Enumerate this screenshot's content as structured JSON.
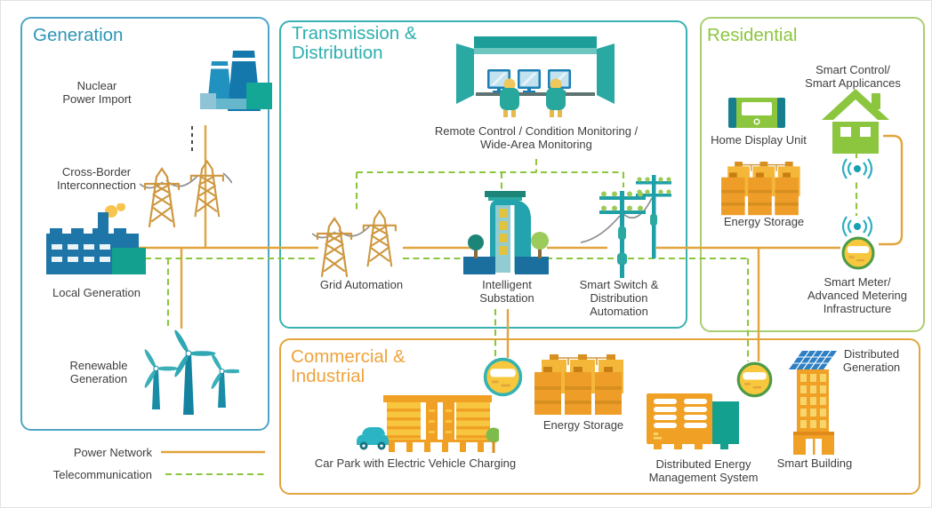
{
  "sections": {
    "generation": {
      "title": "Generation",
      "labels": {
        "nuclear": "Nuclear\nPower Import",
        "cross_border": "Cross-Border\nInterconnection",
        "local_generation": "Local Generation",
        "renewable": "Renewable\nGeneration"
      }
    },
    "transmission_distribution": {
      "title": "Transmission &\nDistribution",
      "labels": {
        "remote_control": "Remote Control / Condition Monitoring /\nWide-Area Monitoring",
        "grid_automation": "Grid Automation",
        "intelligent_substation": "Intelligent\nSubstation",
        "smart_switch": "Smart Switch &\nDistribution\nAutomation"
      }
    },
    "residential": {
      "title": "Residential",
      "labels": {
        "smart_control": "Smart Control/\nSmart Applicances",
        "home_display": "Home Display Unit",
        "energy_storage": "Energy Storage",
        "smart_meter": "Smart Meter/\nAdvanced Metering\nInfrastructure"
      }
    },
    "commercial_industrial": {
      "title": "Commercial &\nIndustrial",
      "labels": {
        "car_park": "Car Park with Electric Vehicle Charging",
        "energy_storage": "Energy Storage",
        "dems": "Distributed Energy\nManagement System",
        "smart_building": "Smart Building",
        "distributed_generation": "Distributed\nGeneration"
      }
    }
  },
  "legend": {
    "power": "Power Network",
    "telecom": "Telecommunication"
  },
  "icons": {
    "nuclear": "cooling-towers-icon",
    "cross_border": "transmission-towers-icon",
    "local_generation": "factory-icon",
    "renewable": "wind-turbines-icon",
    "remote_control": "control-room-icon",
    "grid_automation": "transmission-towers-icon",
    "intelligent_substation": "substation-building-icon",
    "smart_switch": "distribution-poles-icon",
    "smart_control": "house-icon",
    "home_display": "display-unit-icon",
    "energy_storage": "battery-bank-icon",
    "smart_meter": "meter-icon",
    "wireless": "wireless-signal-icon",
    "car_park": "car-park-building-icon",
    "dems": "equipment-cabinet-icon",
    "smart_building": "building-with-solar-icon"
  },
  "colors": {
    "power_line": "#E2A43C",
    "telecom_line": "#8CC63F",
    "import_line": "#4A4A4A",
    "generation_border": "#4FA5C8",
    "generation_title": "#2E96B8",
    "tnd_border": "#38B2B2",
    "tnd_title": "#2FAFAF",
    "residential_border": "#A9CE71",
    "residential_title": "#8CC63F",
    "ci_border": "#E2A43C",
    "ci_title": "#F0A33C",
    "label_text": "#3F3F3F",
    "tower_outline": "#CE9840",
    "meter_ring_teal": "#35B2B2",
    "meter_ring_green": "#4E9B47",
    "icon_blue": "#1C7FB0",
    "icon_teal": "#1AA096",
    "icon_green": "#8CC63F",
    "icon_orange": "#F0A125",
    "icon_yellow": "#F7C63E"
  }
}
